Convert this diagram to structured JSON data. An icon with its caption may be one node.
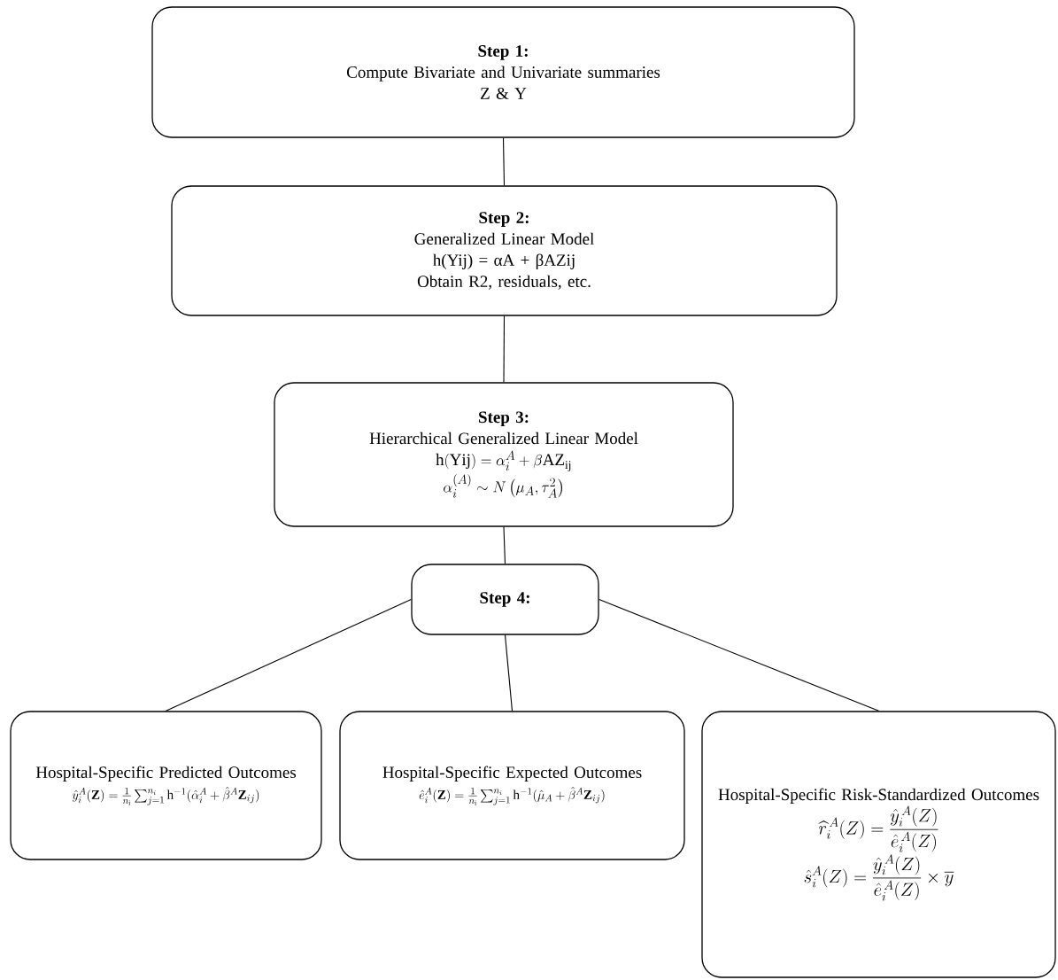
{
  "diagram": {
    "nodes": [
      {
        "text": [
          "Step 1:",
          "Compute Bivariate and Univariate summaries",
          "Z & Y"
        ]
      },
      {
        "text": [
          "Step 2:",
          "Generalized Linear Model",
          "h(Yij) = αA + βAZij",
          "Obtain R2, residuals, etc."
        ]
      },
      {
        "text": [
          "Step 3:",
          "Hierarchical Generalized Linear Model",
          "\\mathrm{h(Yij)} = \\alpha_i^{A} + \\mathrm{\\beta AZ}_{\\mathrm{ij}}",
          "\\alpha_i^{(A)} \\sim N\\left(\\mu_A, \\tau_A^2\\right)"
        ]
      },
      {
        "text": [
          "Step 4:"
        ]
      },
      {
        "text": [
          "Hospital-Specific Predicted Outcomes",
          "\\hat{y}_i^A(\\mathbf{Z}) = \\frac{1}{n_\\mathrm{i}} \\sum_{j=1}^{n_i} \\mathrm{h}^{-1}(\\hat{\\alpha}_i^A + \\hat{\\beta}^A \\mathbf{Z}_{ij})"
        ]
      },
      {
        "text": [
          "Hospital-Specific Expected Outcomes",
          "\\hat{e}_i^A(\\mathbf{Z}) = \\frac{1}{n_\\mathrm{i}} \\sum_{j=1}^{n_i} \\mathrm{h}^{-1}(\\hat{\\mu}_A + \\hat{\\beta}^A \\mathbf{Z}_{ij})"
        ]
      },
      {
        "text": [
          "Hospital-Specific Risk-Standardized Outcomes",
          "\\widehat{r}_i^{\\,A}(Z) = \\frac{\\hat{y}_i^{\\,A}(Z)}{\\hat{e}_i^{\\,A}(Z)}",
          "\\hat{s}_i^{A}(Z) = \\frac{\\hat{y}_i^{\\,A}(Z)}{\\hat{e}_i^{\\,A}(Z)} \\times \\overline{y}"
        ]
      }
    ],
    "edges": [
      {
        "from": 0,
        "to": 1,
        "arrow": "none"
      },
      {
        "from": 1,
        "to": 2,
        "arrow": "none"
      },
      {
        "from": 2,
        "to": 3,
        "arrow": "none"
      },
      {
        "from": 3,
        "to": 4,
        "arrow": "none"
      },
      {
        "from": 3,
        "to": 5,
        "arrow": "none"
      },
      {
        "from": 3,
        "to": 6,
        "arrow": "none"
      }
    ]
  }
}
